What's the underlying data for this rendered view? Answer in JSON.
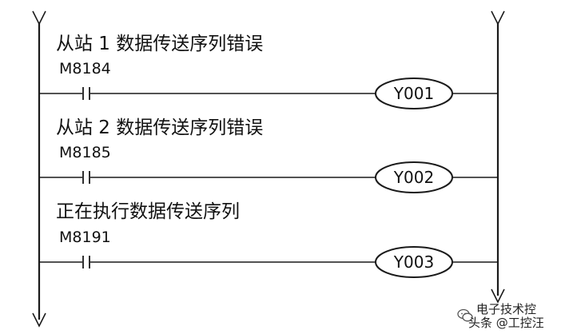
{
  "rungs": [
    {
      "comment": "从站 1 数据传送序列错误",
      "contact": "M8184",
      "coil": "Y001"
    },
    {
      "comment": "从站 2 数据传送序列错误",
      "contact": "M8185",
      "coil": "Y002"
    },
    {
      "comment": "正在执行数据传送序列",
      "contact": "M8191",
      "coil": "Y003"
    }
  ],
  "watermark": {
    "line1": "电子技术控",
    "line2": "头条 @工控汪"
  },
  "icons": {
    "watermark": "chat-bubbles-icon"
  }
}
